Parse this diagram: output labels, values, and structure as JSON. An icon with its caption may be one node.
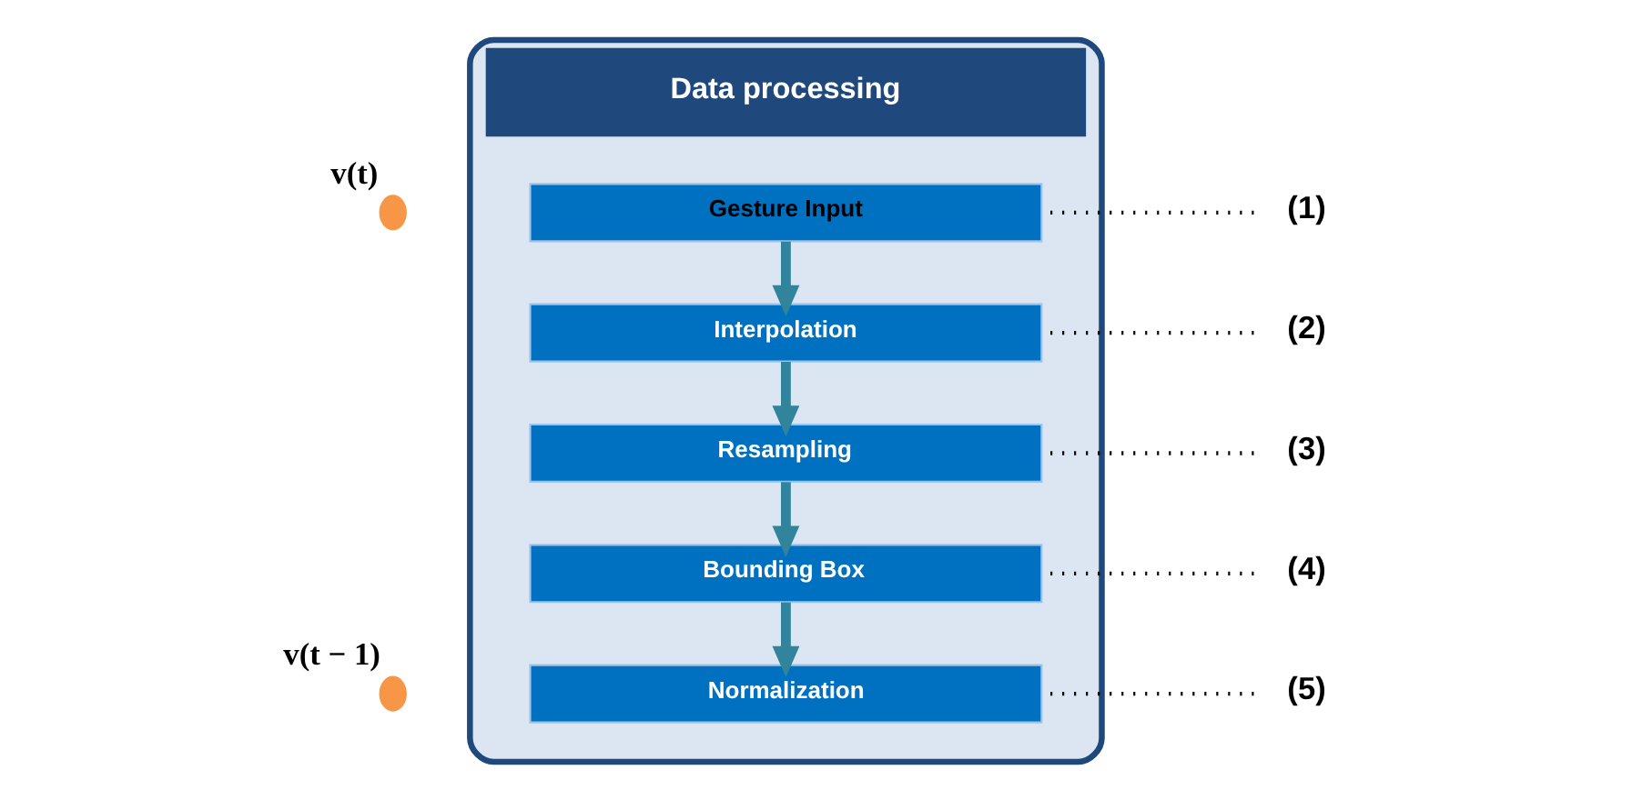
{
  "diagram": {
    "nodes": [
      {
        "text": [
          "Data processing"
        ]
      },
      {
        "text": [
          "Gesture Input"
        ],
        "in": 0
      },
      {
        "text": [
          "Interpolation"
        ],
        "in": 0
      },
      {
        "text": [
          "Resampling"
        ],
        "in": 0
      },
      {
        "text": [
          "Bounding Box"
        ],
        "in": 0
      },
      {
        "text": [
          "Normalization"
        ],
        "in": 0
      },
      {
        "text": [],
        "shape": "circle",
        "beside": [
          "v(t)"
        ]
      },
      {
        "text": [],
        "shape": "circle",
        "beside": [
          "v(t − 1)"
        ]
      },
      {
        "text": [
          "(1)"
        ]
      },
      {
        "text": [
          "(2)"
        ]
      },
      {
        "text": [
          "(3)"
        ]
      },
      {
        "text": [
          "(4)"
        ]
      },
      {
        "text": [
          "(5)"
        ]
      }
    ],
    "edges": [
      {
        "from": 1,
        "to": 2,
        "arrow": "to",
        "style": "thick",
        "color": "#31849b"
      },
      {
        "from": 2,
        "to": 3,
        "arrow": "to",
        "style": "thick",
        "color": "#31849b"
      },
      {
        "from": 3,
        "to": 4,
        "arrow": "to",
        "style": "thick",
        "color": "#31849b"
      },
      {
        "from": 4,
        "to": 5,
        "arrow": "to",
        "style": "thick",
        "color": "#31849b"
      },
      {
        "from": 8,
        "to": 1,
        "arrow": "none",
        "style": "dashed"
      },
      {
        "from": 9,
        "to": 2,
        "arrow": "none",
        "style": "dashed"
      },
      {
        "from": 10,
        "to": 3,
        "arrow": "none",
        "style": "dashed"
      },
      {
        "from": 11,
        "to": 4,
        "arrow": "none",
        "style": "dashed"
      },
      {
        "from": 12,
        "to": 5,
        "arrow": "none",
        "style": "dashed"
      }
    ]
  }
}
